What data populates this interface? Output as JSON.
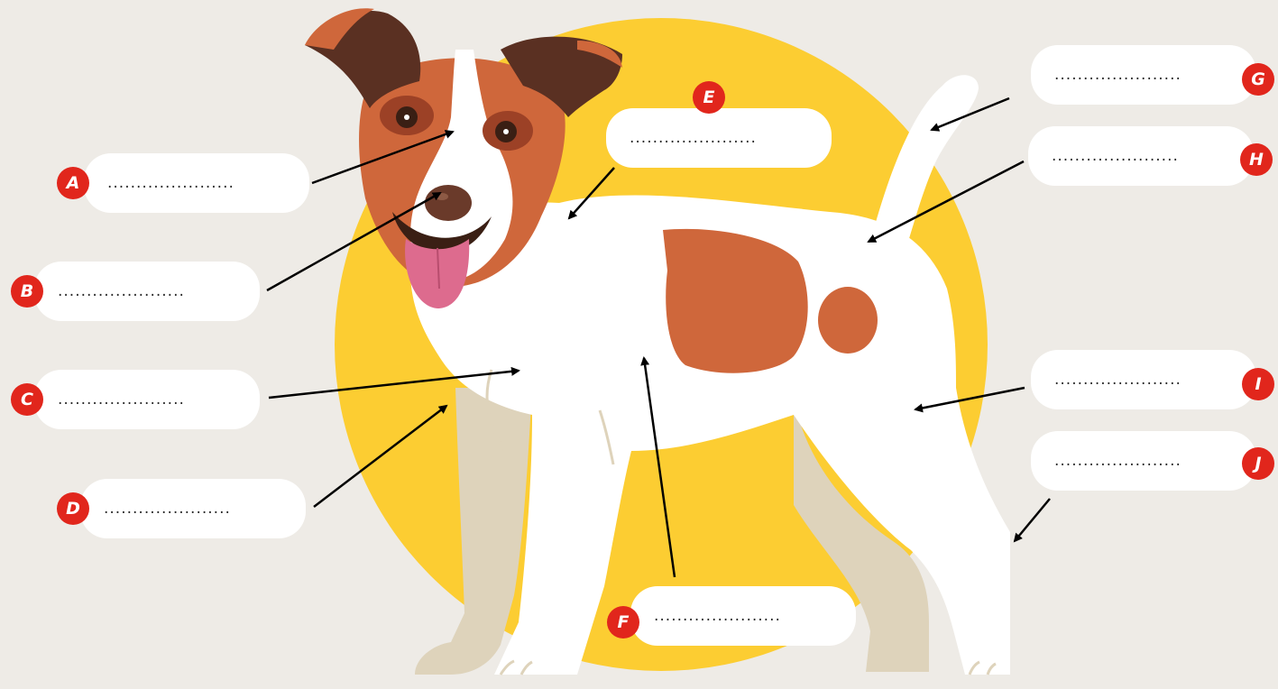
{
  "blank_placeholder": "......................",
  "labels": [
    {
      "letter": "A",
      "blank": "......................"
    },
    {
      "letter": "B",
      "blank": "......................"
    },
    {
      "letter": "C",
      "blank": "......................"
    },
    {
      "letter": "D",
      "blank": "......................"
    },
    {
      "letter": "E",
      "blank": "......................"
    },
    {
      "letter": "F",
      "blank": "......................"
    },
    {
      "letter": "G",
      "blank": "......................"
    },
    {
      "letter": "H",
      "blank": "......................"
    },
    {
      "letter": "I",
      "blank": "......................"
    },
    {
      "letter": "J",
      "blank": "......................"
    }
  ],
  "colors": {
    "background": "#eeebe6",
    "sun_circle": "#fccd32",
    "fur_brown": "#cf673b",
    "fur_white": "#ffffff",
    "ear_dark": "#5a3022",
    "legs_beige": "#ded3bb",
    "tongue": "#dd6b8e",
    "badge": "#e1261c",
    "arrow": "#000000"
  }
}
